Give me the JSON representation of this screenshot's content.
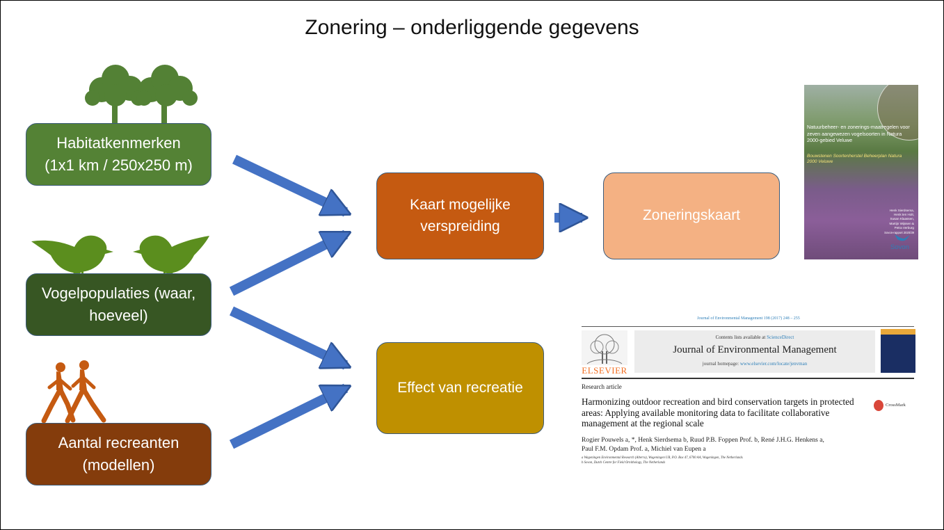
{
  "title": "Zonering – onderliggende gegevens",
  "boxes": {
    "habitat": [
      "Habitatkenmerken",
      "(1x1 km / 250x250 m)"
    ],
    "vogel": [
      "Vogelpopulaties (waar,",
      "hoeveel)"
    ],
    "aantal": [
      "Aantal recreanten",
      "(modellen)"
    ],
    "kaart": [
      "Kaart mogelijke",
      "verspreiding"
    ],
    "zonering": "Zoneringskaart",
    "effect": "Effect van recreatie"
  },
  "colors": {
    "habitat": "#548235",
    "vogel": "#375623",
    "aantal": "#843c0c",
    "kaart": "#c55a11",
    "zonering": "#f4b183",
    "effect": "#bf9000",
    "arrow": "#4472c4",
    "tree": "#538135",
    "bird": "#5b8e1e",
    "walker": "#c55a11"
  },
  "cover": {
    "title": "Natuurbeheer- en zonerings-maatregelen voor zeven aangewezen vogelsoorten in Natura 2000-gebied Veluwe",
    "subtitle": "Bouwstenen Soortenherstel Beheerplan Natura 2000 Veluwe",
    "authors": [
      "Henk Sierdsema,",
      "Henk ten Holt,",
      "Susan Klaassen,",
      "Martijn Wijssen &",
      "Petra Verburg"
    ],
    "report": "Sovon-rapport 2020/39",
    "logo": "Sovon"
  },
  "article": {
    "citation": "Journal of Environmental Management 198 (2017) 248 – 255",
    "contents_prefix": "Contents lists available at",
    "contents_link": "ScienceDirect",
    "journal": "Journal of Environmental Management",
    "homepage_prefix": "journal homepage:",
    "homepage_url": "www.elsevier.com/locate/jenvman",
    "publisher": "ELSEVIER",
    "type": "Research article",
    "title": "Harmonizing outdoor recreation and bird conservation targets in protected areas: Applying available monitoring data to facilitate collaborative management at the regional scale",
    "crossmark": "CrossMark",
    "authors_line1": "Rogier Pouwels a, *, Henk Sierdsema b, Ruud P.B. Foppen Prof. b, René J.H.G. Henkens a,",
    "authors_line2": "Paul F.M. Opdam Prof. a, Michiel van Eupen a",
    "affil_a": "a Wageningen Environmental Research (Alterra), Wageningen UR, P.O. Box 47, 6700 AA, Wageningen, The Netherlands",
    "affil_b": "b Sovon, Dutch Centre for Field Ornithology, The Netherlands"
  }
}
